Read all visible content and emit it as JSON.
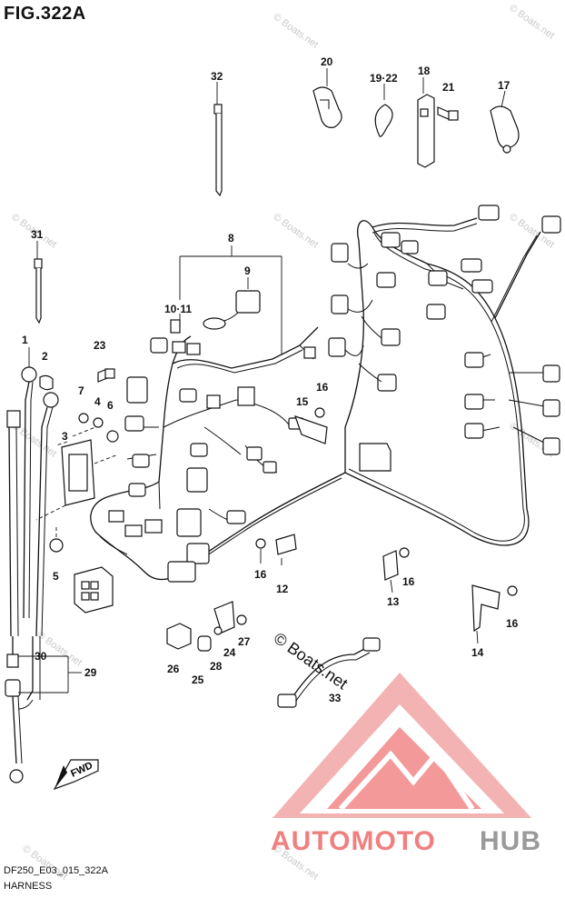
{
  "figure": {
    "title": "FIG.322A",
    "code": "DF250_E03_015_322A",
    "caption": "HARNESS"
  },
  "watermark": {
    "text": "© Boats.net",
    "large_text": "© Boats.net"
  },
  "logo": {
    "part1": "AUTOMOTO",
    "part2": "HUB",
    "color_primary": "#f08080",
    "color_secondary": "#9a9a9a"
  },
  "callouts": {
    "c1": "1",
    "c2": "2",
    "c3": "3",
    "c4": "4",
    "c5": "5",
    "c6": "6",
    "c7": "7",
    "c8": "8",
    "c9": "9",
    "c10_11": "10·11",
    "c12": "12",
    "c13": "13",
    "c14": "14",
    "c15": "15",
    "c16a": "16",
    "c16b": "16",
    "c16c": "16",
    "c16d": "16",
    "c17": "17",
    "c18": "18",
    "c19_22": "19·22",
    "c20": "20",
    "c21": "21",
    "c23": "23",
    "c24": "24",
    "c25": "25",
    "c26": "26",
    "c27": "27",
    "c28": "28",
    "c29": "29",
    "c30": "30",
    "c31": "31",
    "c32": "32",
    "c33": "33"
  },
  "fwd_label": "FWD"
}
